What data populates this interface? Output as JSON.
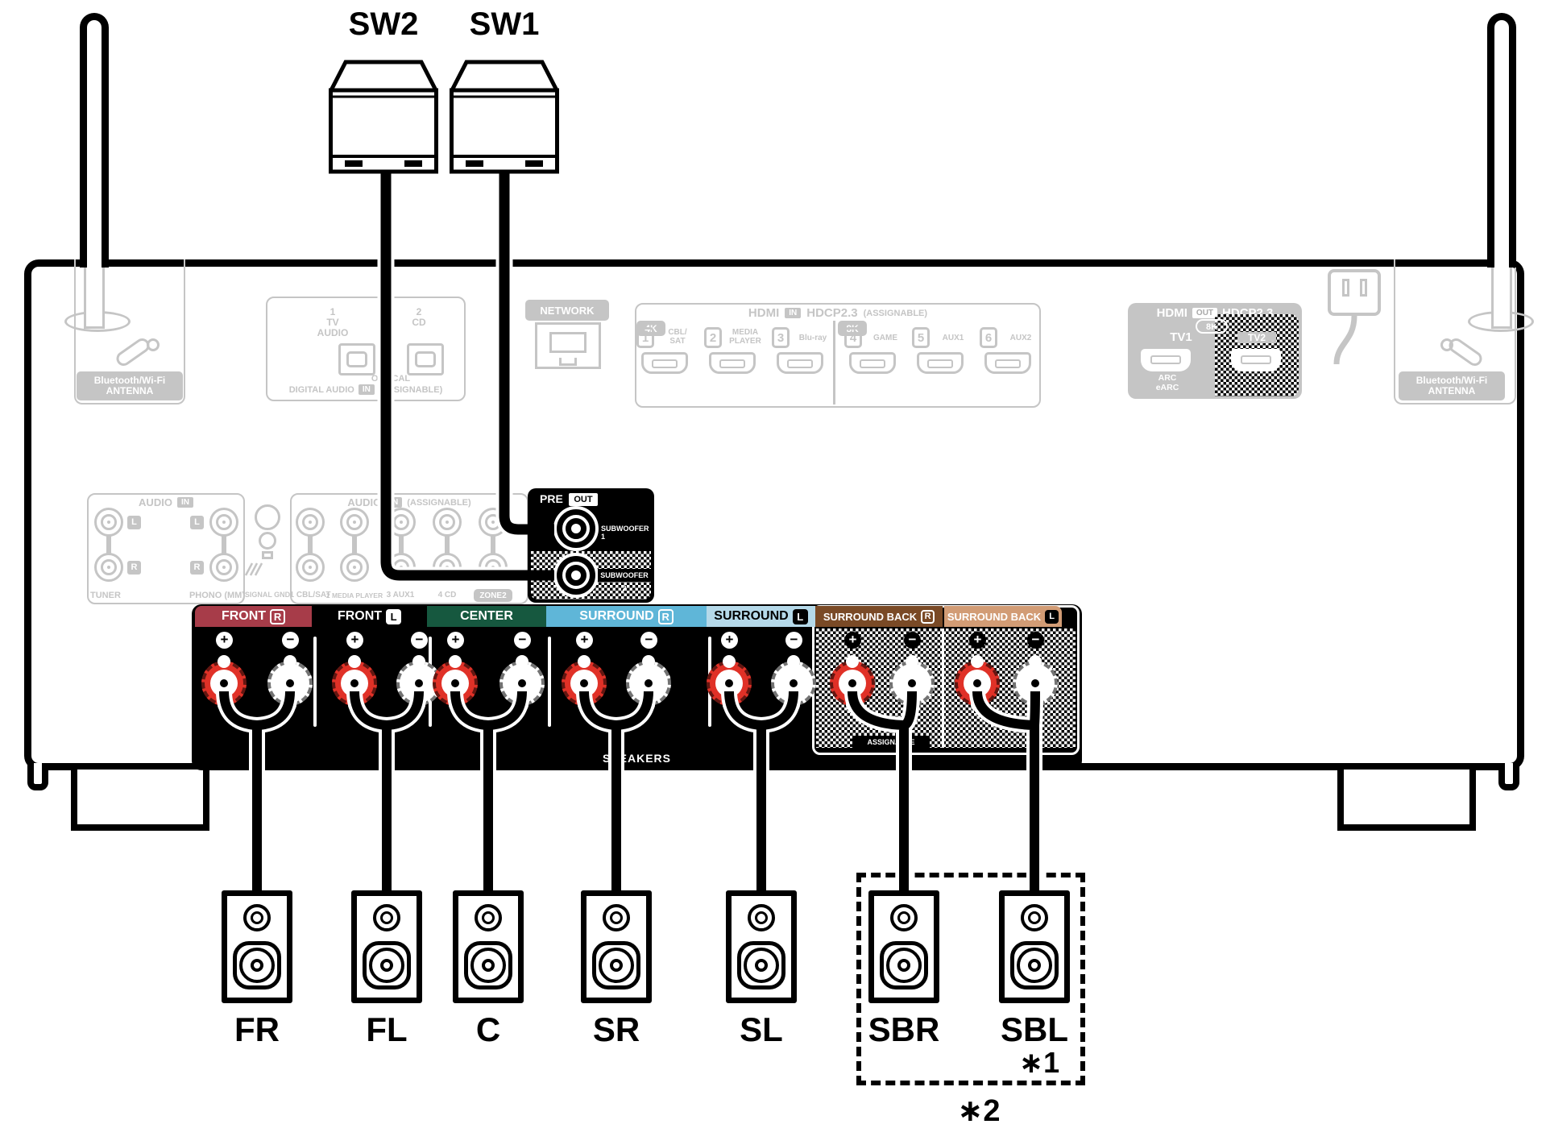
{
  "subwoofers": [
    {
      "label": "SW2"
    },
    {
      "label": "SW1"
    }
  ],
  "receiver": {
    "antenna_badge": {
      "line1": "Bluetooth/Wi-Fi",
      "line2": "ANTENNA"
    },
    "digital_audio": {
      "section_label": "DIGITAL AUDIO",
      "in_badge": "IN",
      "assignable": "(ASSIGNABLE)",
      "optical_label": "OPTICAL",
      "inputs": [
        {
          "num": "1",
          "name": "TV\nAUDIO"
        },
        {
          "num": "2",
          "name": "CD"
        }
      ]
    },
    "network": {
      "label": "NETWORK"
    },
    "hdmi_in": {
      "label": "HDMI",
      "in_badge": "IN",
      "hdcp": "HDCP2.3",
      "assignable": "(ASSIGNABLE)",
      "badge_4k": "4K",
      "badge_8k": "8K",
      "ports": [
        {
          "num": "1",
          "name": "CBL/\nSAT"
        },
        {
          "num": "2",
          "name": "MEDIA\nPLAYER"
        },
        {
          "num": "3",
          "name": "Blu-ray"
        },
        {
          "num": "4",
          "name": "GAME"
        },
        {
          "num": "5",
          "name": "AUX1"
        },
        {
          "num": "6",
          "name": "AUX2"
        }
      ]
    },
    "hdmi_out": {
      "label": "HDMI",
      "out_badge": "OUT",
      "hdcp": "HDCP2.3",
      "badge_8k": "8K",
      "tv1": "TV1",
      "arc": "ARC\neARC",
      "tv2": "TV2"
    },
    "audio_in": {
      "label": "AUDIO",
      "in_badge": "IN",
      "l": "L",
      "r": "R",
      "tuner": "TUNER",
      "phono": "PHONO (MM)",
      "signal_gnd": "SIGNAL GND"
    },
    "audio_assignable": {
      "label": "AUDIO",
      "in_badge": "IN",
      "assignable": "(ASSIGNABLE)",
      "inputs": [
        {
          "label": "1 CBL/SAT"
        },
        {
          "label": "2 MEDIA PLAYER"
        },
        {
          "label": "3 AUX1"
        },
        {
          "label": "4 CD"
        }
      ],
      "zone2": "ZONE2"
    },
    "pre_out": {
      "label": "PRE",
      "out_badge": "OUT",
      "sub1": "SUBWOOFER 1",
      "sub2": "SUBWOOFER 2"
    }
  },
  "speaker_panel": {
    "label": "SPEAKERS",
    "plus": "+",
    "minus": "−",
    "assignable_label": "ASSIGNABLE",
    "sections": [
      {
        "name": "FRONT",
        "badge": "R",
        "color": "#a73c49"
      },
      {
        "name": "FRONT",
        "badge": "L",
        "color": "#000000"
      },
      {
        "name": "CENTER",
        "badge": "",
        "color": "#16583f"
      },
      {
        "name": "SURROUND",
        "badge": "R",
        "color": "#5fb6d8"
      },
      {
        "name": "SURROUND",
        "badge": "L",
        "color": "#b5d9e9"
      },
      {
        "name": "SURROUND BACK",
        "badge": "R",
        "color": "#7a4a26"
      },
      {
        "name": "SURROUND BACK",
        "badge": "L",
        "color": "#d29c75"
      }
    ]
  },
  "speakers": [
    {
      "label": "FR"
    },
    {
      "label": "FL"
    },
    {
      "label": "C"
    },
    {
      "label": "SR"
    },
    {
      "label": "SL"
    },
    {
      "label": "SBR"
    },
    {
      "label": "SBL"
    }
  ],
  "notes": {
    "note1": "∗1",
    "note2": "∗2"
  },
  "colors": {
    "inactive_gray": "#c5c5c5",
    "post_red": "#e03127",
    "panel_black": "#000000"
  }
}
